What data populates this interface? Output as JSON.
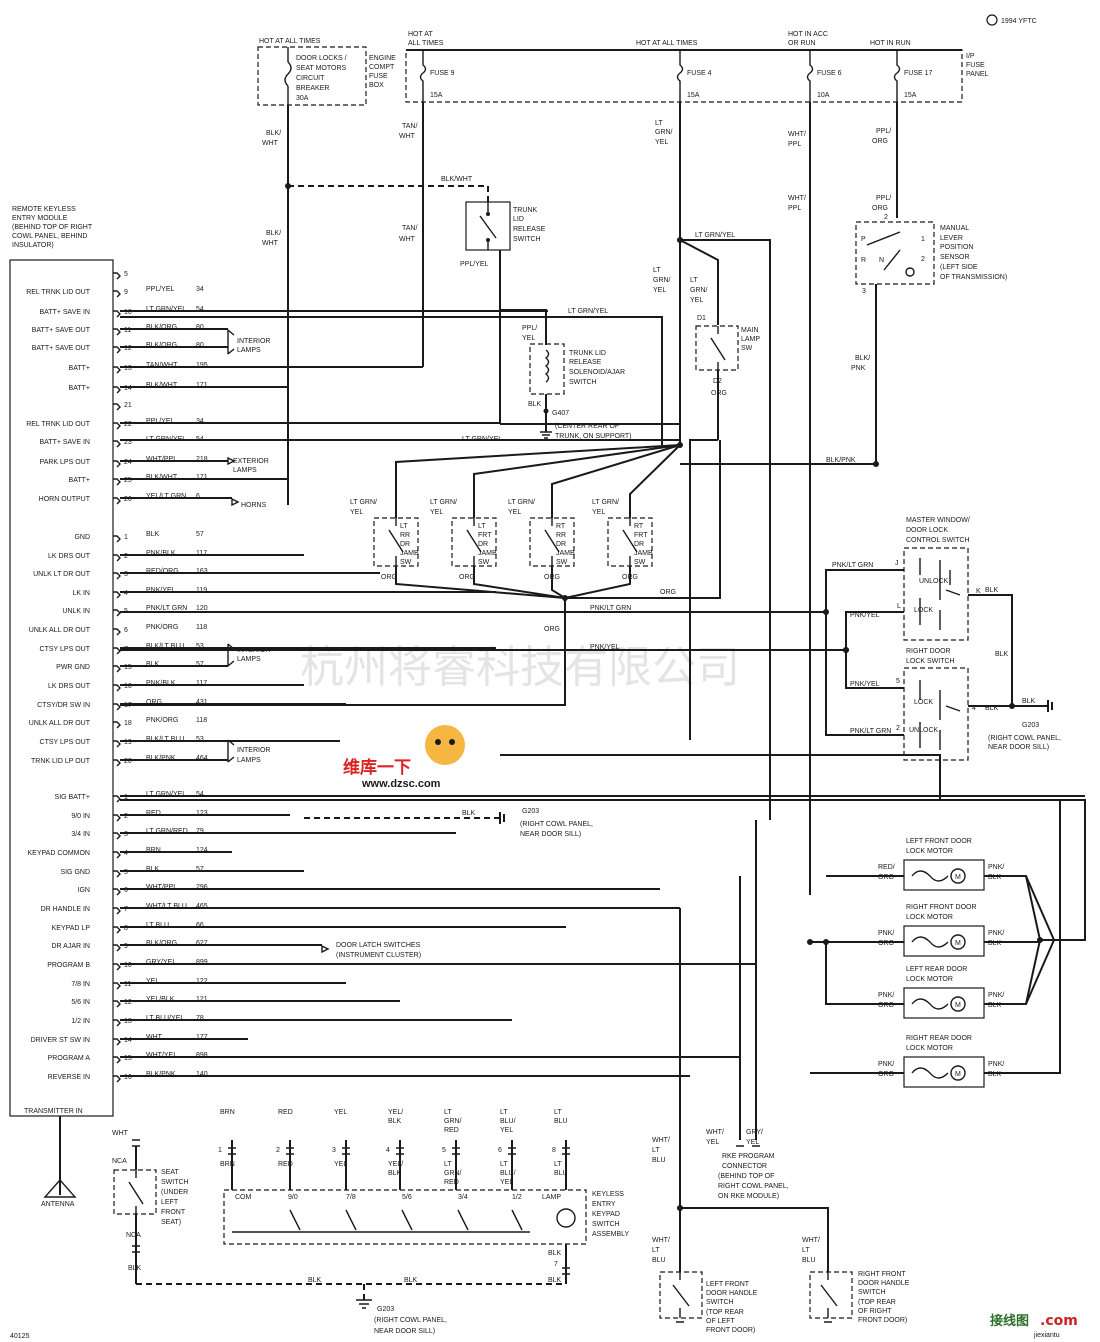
{
  "copyright": "1994 YFTC",
  "footer_id": "40125",
  "watermark": "杭州将睿科技有限公司",
  "watermark_logo": {
    "text": "维库一下",
    "url": "www.dzsc.com"
  },
  "watermark_corner": {
    "text": "接线图",
    "domain": ".com",
    "url": "jiexiantu"
  },
  "module": {
    "title": [
      "REMOTE KEYLESS",
      "ENTRY MODULE",
      "(BEHIND TOP OF RIGHT",
      "COWL PANEL, BEHIND",
      "INSULATOR)"
    ],
    "connA": [
      {
        "label": "",
        "pin": "5",
        "color": "",
        "circuit": ""
      },
      {
        "label": "REL TRNK LID OUT",
        "pin": "9",
        "color": "PPL/YEL",
        "circuit": "34"
      },
      {
        "label": "BATT+ SAVE IN",
        "pin": "10",
        "color": "LT GRN/YEL",
        "circuit": "54"
      },
      {
        "label": "BATT+ SAVE OUT",
        "pin": "11",
        "color": "BLK/ORG",
        "circuit": "80"
      },
      {
        "label": "BATT+ SAVE OUT",
        "pin": "12",
        "color": "BLK/ORG",
        "circuit": "80"
      },
      {
        "label": "BATT+",
        "pin": "13",
        "color": "TAN/WHT",
        "circuit": "195"
      },
      {
        "label": "BATT+",
        "pin": "14",
        "color": "BLK/WHT",
        "circuit": "171"
      },
      {
        "label": "",
        "pin": "21",
        "color": "",
        "circuit": ""
      },
      {
        "label": "REL TRNK LID OUT",
        "pin": "22",
        "color": "PPL/YEL",
        "circuit": "34"
      },
      {
        "label": "BATT+ SAVE IN",
        "pin": "23",
        "color": "LT GRN/YEL",
        "circuit": "54"
      },
      {
        "label": "PARK LPS OUT",
        "pin": "24",
        "color": "WHT/PPL",
        "circuit": "218"
      },
      {
        "label": "BATT+",
        "pin": "25",
        "color": "BLK/WHT",
        "circuit": "171"
      },
      {
        "label": "HORN OUTPUT",
        "pin": "26",
        "color": "YEL/LT GRN",
        "circuit": "6"
      }
    ],
    "connB": [
      {
        "label": "GND",
        "pin": "1",
        "color": "BLK",
        "circuit": "57"
      },
      {
        "label": "LK DRS OUT",
        "pin": "2",
        "color": "PNK/BLK",
        "circuit": "117"
      },
      {
        "label": "UNLK LT DR OUT",
        "pin": "3",
        "color": "RED/ORG",
        "circuit": "163"
      },
      {
        "label": "LK IN",
        "pin": "4",
        "color": "PNK/YEL",
        "circuit": "119"
      },
      {
        "label": "UNLK IN",
        "pin": "5",
        "color": "PNK/LT GRN",
        "circuit": "120"
      },
      {
        "label": "UNLK ALL DR OUT",
        "pin": "6",
        "color": "PNK/ORG",
        "circuit": "118"
      },
      {
        "label": "CTSY LPS OUT",
        "pin": "7",
        "color": "BLK/LT BLU",
        "circuit": "53"
      },
      {
        "label": "PWR GND",
        "pin": "15",
        "color": "BLK",
        "circuit": "57"
      },
      {
        "label": "LK DRS OUT",
        "pin": "16",
        "color": "PNK/BLK",
        "circuit": "117"
      },
      {
        "label": "CTSY/DR SW IN",
        "pin": "17",
        "color": "ORG",
        "circuit": "431"
      },
      {
        "label": "UNLK ALL DR OUT",
        "pin": "18",
        "color": "PNK/ORG",
        "circuit": "118"
      },
      {
        "label": "CTSY LPS OUT",
        "pin": "19",
        "color": "BLK/LT BLU",
        "circuit": "53"
      },
      {
        "label": "TRNK LID LP OUT",
        "pin": "20",
        "color": "BLK/PNK",
        "circuit": "464"
      }
    ],
    "connC": [
      {
        "label": "SIG BATT+",
        "pin": "1",
        "color": "LT GRN/YEL",
        "circuit": "54"
      },
      {
        "label": "9/0 IN",
        "pin": "2",
        "color": "RED",
        "circuit": "123"
      },
      {
        "label": "3/4 IN",
        "pin": "3",
        "color": "LT GRN/RED",
        "circuit": "79"
      },
      {
        "label": "KEYPAD COMMON",
        "pin": "4",
        "color": "BRN",
        "circuit": "124"
      },
      {
        "label": "SIG GND",
        "pin": "5",
        "color": "BLK",
        "circuit": "57"
      },
      {
        "label": "IGN",
        "pin": "6",
        "color": "WHT/PPL",
        "circuit": "296"
      },
      {
        "label": "DR HANDLE IN",
        "pin": "7",
        "color": "WHT/LT BLU",
        "circuit": "465"
      },
      {
        "label": "KEYPAD LP",
        "pin": "8",
        "color": "LT BLU",
        "circuit": "66"
      },
      {
        "label": "DR AJAR IN",
        "pin": "9",
        "color": "BLK/ORG",
        "circuit": "627"
      },
      {
        "label": "PROGRAM B",
        "pin": "10",
        "color": "GRY/YEL",
        "circuit": "899"
      },
      {
        "label": "7/8 IN",
        "pin": "11",
        "color": "YEL",
        "circuit": "122"
      },
      {
        "label": "5/6 IN",
        "pin": "12",
        "color": "YEL/BLK",
        "circuit": "121"
      },
      {
        "label": "1/2 IN",
        "pin": "13",
        "color": "LT BLU/YEL",
        "circuit": "78"
      },
      {
        "label": "DRIVER ST SW IN",
        "pin": "14",
        "color": "WHT",
        "circuit": "177"
      },
      {
        "label": "PROGRAM A",
        "pin": "15",
        "color": "WHT/YEL",
        "circuit": "898"
      },
      {
        "label": "REVERSE IN",
        "pin": "16",
        "color": "BLK/PNK",
        "circuit": "140"
      }
    ],
    "transmitter": "TRANSMITTER IN",
    "antenna": "ANTENNA"
  },
  "labels": {
    "hot_all_times": "HOT AT ALL TIMES",
    "hot_at": "HOT AT",
    "all_times": "ALL TIMES",
    "hot_acc": "HOT IN ACC",
    "or_run": "OR RUN",
    "hot_run": "HOT IN RUN",
    "breaker": [
      "DOOR LOCKS /",
      "SEAT MOTORS",
      "CIRCUIT",
      "BREAKER",
      "30A"
    ],
    "engine_fuse": [
      "ENGINE",
      "COMPT",
      "FUSE",
      "BOX"
    ],
    "ip_fuse": [
      "I/P",
      "FUSE",
      "PANEL"
    ],
    "fuse9": "FUSE 9",
    "fuse9a": "15A",
    "fuse4": "FUSE 4",
    "fuse4a": "15A",
    "fuse6": "FUSE 6",
    "fuse6a": "10A",
    "fuse17": "FUSE 17",
    "fuse17a": "15A",
    "trunk_release": [
      "TRUNK",
      "LID",
      "RELEASE",
      "SWITCH"
    ],
    "solenoid": [
      "TRUNK LID",
      "RELEASE",
      "SOLENOID/AJAR",
      "SWITCH"
    ],
    "g407": "G407",
    "g407_loc": [
      "(CENTER REAR OF",
      "TRUNK, ON SUPPORT)"
    ],
    "manual_lever": [
      "MANUAL",
      "LEVER",
      "POSITION",
      "SENSOR",
      "(LEFT SIDE",
      "OF TRANSMISSION)"
    ],
    "main_lamp": [
      "MAIN",
      "LAMP",
      "SW"
    ],
    "interior_lamps": [
      "INTERIOR",
      "LAMPS"
    ],
    "exterior_lamps": [
      "EXTERIOR",
      "LAMPS"
    ],
    "horns": "HORNS",
    "jamb1": [
      "LT",
      "RR",
      "DR",
      "JAMB",
      "SW"
    ],
    "jamb2": [
      "LT",
      "FRT",
      "DR",
      "JAMB",
      "SW"
    ],
    "jamb3": [
      "RT",
      "RR",
      "DR",
      "JAMB",
      "SW"
    ],
    "jamb4": [
      "RT",
      "FRT",
      "DR",
      "JAMB",
      "SW"
    ],
    "master": [
      "MASTER WINDOW/",
      "DOOR LOCK",
      "CONTROL SWITCH"
    ],
    "right_door": [
      "RIGHT DOOR",
      "LOCK SWITCH"
    ],
    "unlock": "UNLOCK",
    "lock": "LOCK",
    "g203": "G203",
    "g203_loc": [
      "(RIGHT COWL PANEL,",
      "NEAR DOOR SILL)"
    ],
    "motor_lf": [
      "LEFT FRONT DOOR",
      "LOCK MOTOR"
    ],
    "motor_rf": [
      "RIGHT FRONT DOOR",
      "LOCK MOTOR"
    ],
    "motor_lr": [
      "LEFT REAR DOOR",
      "LOCK MOTOR"
    ],
    "motor_rr": [
      "RIGHT REAR DOOR",
      "LOCK MOTOR"
    ],
    "door_latch": [
      "DOOR LATCH SWITCHES",
      "(INSTRUMENT CLUSTER)"
    ],
    "seat_switch": [
      "SEAT",
      "SWITCH",
      "(UNDER",
      "LEFT",
      "FRONT",
      "SEAT)"
    ],
    "keypad": [
      "KEYLESS",
      "ENTRY",
      "KEYPAD",
      "SWITCH",
      "ASSEMBLY"
    ],
    "keypad_pins": [
      "COM",
      "9/0",
      "7/8",
      "5/6",
      "3/4",
      "1/2",
      "LAMP"
    ],
    "rke_conn": [
      "RKE PROGRAM",
      "CONNECTOR",
      "(BEHIND TOP OF",
      "RIGHT COWL PANEL,",
      "ON RKE MODULE)"
    ],
    "lf_handle": [
      "LEFT FRONT",
      "DOOR HANDLE",
      "SWITCH",
      "(TOP REAR",
      "OF LEFT",
      "FRONT DOOR)"
    ],
    "rf_handle": [
      "RIGHT FRONT",
      "DOOR HANDLE",
      "SWITCH",
      "(TOP REAR",
      "OF RIGHT",
      "FRONT DOOR)"
    ],
    "nca": "NCA",
    "d1": "D1",
    "d2": "D2",
    "k": "K",
    "l": "L",
    "m": "M"
  }
}
